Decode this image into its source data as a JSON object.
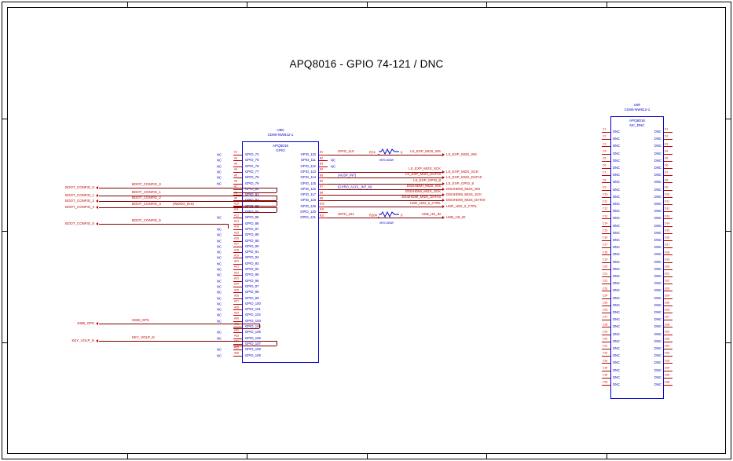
{
  "sheet": {
    "title": "APQ8016 - GPIO 74-121 / DNC",
    "bg": "#ffffff",
    "wire_color": "#800000",
    "symbol_color": "#0000c8",
    "net_color": "#c00000"
  },
  "components": {
    "u8d": {
      "designator": "U8D",
      "part_number": "CD90-NW812-1",
      "device": "APQ8016",
      "function": "GPIO",
      "left_pins": [
        {
          "num": "A1",
          "name": "GPIO_74",
          "marker": "NC"
        },
        {
          "num": "A2",
          "name": "GPIO_75",
          "marker": "NC"
        },
        {
          "num": "A3",
          "name": "GPIO_76",
          "marker": "NC"
        },
        {
          "num": "A4",
          "name": "GPIO_77",
          "marker": "NC"
        },
        {
          "num": "A5",
          "name": "GPIO_78",
          "marker": "NC"
        },
        {
          "num": "A6",
          "name": "GPIO_79",
          "marker": "NC"
        },
        {
          "num": "A7",
          "name": "GPIO_80",
          "marker": ""
        },
        {
          "num": "A8",
          "name": "GPIO_81",
          "marker": ""
        },
        {
          "num": "A9",
          "name": "GPIO_82",
          "marker": ""
        },
        {
          "num": "A10",
          "name": "GPIO_83",
          "marker": ""
        },
        {
          "num": "A11",
          "name": "GPIO_84",
          "marker": ""
        },
        {
          "num": "A12",
          "name": "GPIO_85",
          "marker": "NC"
        },
        {
          "num": "A13",
          "name": "GPIO_86",
          "marker": ""
        },
        {
          "num": "A14",
          "name": "GPIO_87",
          "marker": "NC"
        },
        {
          "num": "A15",
          "name": "GPIO_88",
          "marker": "NC"
        },
        {
          "num": "A16",
          "name": "GPIO_89",
          "marker": "NC"
        },
        {
          "num": "A17",
          "name": "GPIO_90",
          "marker": "NC"
        },
        {
          "num": "A18",
          "name": "GPIO_91",
          "marker": "NC"
        },
        {
          "num": "A19",
          "name": "GPIO_92",
          "marker": "NC"
        },
        {
          "num": "A20",
          "name": "GPIO_93",
          "marker": "NC"
        },
        {
          "num": "A21",
          "name": "GPIO_94",
          "marker": "NC"
        },
        {
          "num": "A22",
          "name": "GPIO_95",
          "marker": "NC"
        },
        {
          "num": "A23",
          "name": "GPIO_96",
          "marker": "NC"
        },
        {
          "num": "A24",
          "name": "GPIO_97",
          "marker": "NC"
        },
        {
          "num": "A25",
          "name": "GPIO_98",
          "marker": "NC"
        },
        {
          "num": "A26",
          "name": "GPIO_99",
          "marker": "NC"
        },
        {
          "num": "A27",
          "name": "GPIO_100",
          "marker": "NC"
        },
        {
          "num": "A28",
          "name": "GPIO_101",
          "marker": "NC"
        },
        {
          "num": "A29",
          "name": "GPIO_102",
          "marker": "NC"
        },
        {
          "num": "A30",
          "name": "GPIO_103",
          "marker": "NC"
        },
        {
          "num": "A31",
          "name": "GPIO_104",
          "marker": ""
        },
        {
          "num": "A32",
          "name": "GPIO_105",
          "marker": "NC"
        },
        {
          "num": "A33",
          "name": "GPIO_106",
          "marker": "NC"
        },
        {
          "num": "A34",
          "name": "GPIO_107",
          "marker": ""
        },
        {
          "num": "A35",
          "name": "GPIO_108",
          "marker": "NC"
        },
        {
          "num": "A36",
          "name": "GPIO_109",
          "marker": "NC"
        }
      ],
      "right_pins": [
        {
          "num": "B1",
          "name": "GPIO_110",
          "marker": ""
        },
        {
          "num": "B2",
          "name": "GPIO_111",
          "marker": "NC"
        },
        {
          "num": "B3",
          "name": "GPIO_112",
          "marker": "NC"
        },
        {
          "num": "B4",
          "name": "GPIO_113",
          "marker": ""
        },
        {
          "num": "B5",
          "name": "GPIO_114",
          "marker": ""
        },
        {
          "num": "B6",
          "name": "GPIO_115",
          "marker": ""
        },
        {
          "num": "B7",
          "name": "GPIO_116",
          "marker": ""
        },
        {
          "num": "B8",
          "name": "GPIO_117",
          "marker": ""
        },
        {
          "num": "B9",
          "name": "GPIO_118",
          "marker": ""
        },
        {
          "num": "B10",
          "name": "GPIO_119",
          "marker": ""
        },
        {
          "num": "B11",
          "name": "GPIO_120",
          "marker": ""
        },
        {
          "num": "B12",
          "name": "GPIO_121",
          "marker": ""
        }
      ]
    },
    "u8f": {
      "designator": "U8F",
      "part_number": "CD90-NW812-1",
      "device": "APQ8016",
      "function": "NC_DNC",
      "pin_name": "DNC",
      "left_pin_count": 36,
      "right_pin_count": 36
    },
    "resistors": [
      {
        "ref": "R74",
        "value": "0",
        "spec": "0R/0.063W"
      },
      {
        "ref": "R284",
        "value": "0",
        "spec": "0R/0.063W"
      }
    ]
  },
  "nets": {
    "left_ports": [
      {
        "label": "BOOT_CONFIG_0",
        "port": "BOOT_CONFIG_0",
        "annot": ""
      },
      {
        "label": "BOOT_CONFIG_1",
        "port": "BOOT_CONFIG_1",
        "annot": ""
      },
      {
        "label": "BOOT_CONFIG_2",
        "port": "BOOT_CONFIG_2",
        "annot": ""
      },
      {
        "label": "BOOT_CONFIG_3",
        "port": "BOOT_CONFIG_3",
        "annot": "(WDOG_DIS)"
      },
      {
        "label": "BOOT_CONFIG_5",
        "port": "BOOT_CONFIG_5",
        "annot": ""
      },
      {
        "label": "SSBI_GPS",
        "port": "SSBI_GPS",
        "annot": ""
      },
      {
        "label": "KEY_VOLP_N",
        "port": "KEY_VOLP_N",
        "annot": ""
      }
    ],
    "right_signals": [
      {
        "wire_label": "GPIO_110",
        "net": "LS_EXP_MI2S_WS",
        "port": "LS_EXP_MI2S_WS",
        "annot": ""
      },
      {
        "wire_label": "",
        "net": "",
        "port": "",
        "annot": "NC"
      },
      {
        "wire_label": "",
        "net": "",
        "port": "",
        "annot": "NC"
      },
      {
        "wire_label": "",
        "net": "LS_EXP_MI2S_SCK",
        "port": "LS_EXP_MI2S_SCK",
        "annot": "(AUSP_INT)"
      },
      {
        "wire_label": "",
        "net": "LS_EXP_MI2S_DATA0",
        "port": "LS_EXP_MI2S_DATA0",
        "annot": ""
      },
      {
        "wire_label": "",
        "net": "LS_EXP_GPIO_8",
        "port": "LS_EXP_GPIO_8",
        "annot": "(GYRO_ACCL_INT_N)"
      },
      {
        "wire_label": "",
        "net": "DSI2HDMI_MI2S_WS",
        "port": "DSI2HDMI_MI2S_WS",
        "annot": ""
      },
      {
        "wire_label": "",
        "net": "DSI2HDMI_MI2S_SCK",
        "port": "DSI2HDMI_MI2S_SCK",
        "annot": ""
      },
      {
        "wire_label": "",
        "net": "DSI2HDMI_MI2S_DATA0",
        "port": "DSI2HDMI_MI2S_DATA0",
        "annot": ""
      },
      {
        "wire_label": "",
        "net": "USR_LED_2_CTRL",
        "port": "USR_LED_2_CTRL",
        "annot": ""
      },
      {
        "wire_label": "GPIO_121",
        "net": "USB_HS_ID",
        "port": "USB_HS_ID",
        "annot": ""
      }
    ]
  }
}
